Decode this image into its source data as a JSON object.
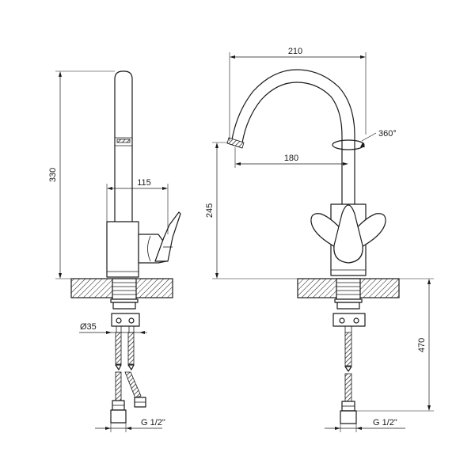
{
  "dimensions": {
    "side_height": "330",
    "side_handle": "115",
    "side_diameter": "Ø35",
    "side_thread": "G 1/2\"",
    "front_width": "210",
    "front_rotation": "360°",
    "front_reach": "180",
    "front_height": "245",
    "front_hose": "470",
    "front_thread": "G 1/2\""
  }
}
